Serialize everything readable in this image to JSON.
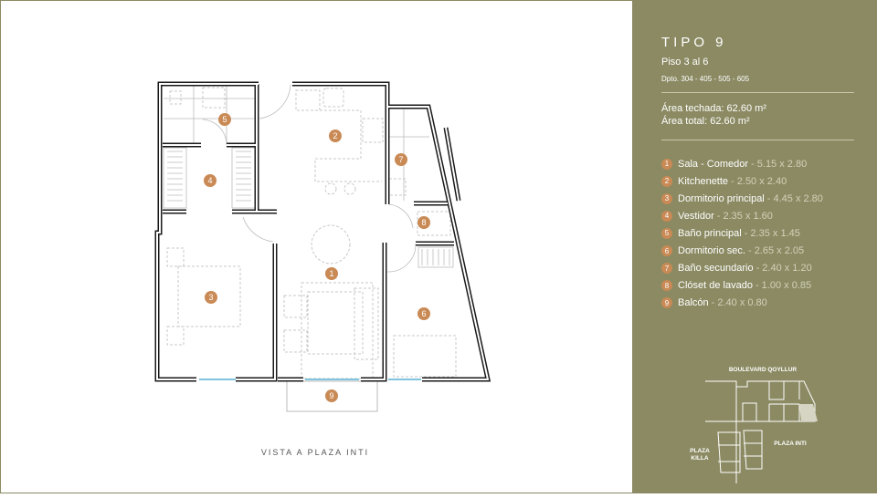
{
  "plan": {
    "view_label": "VISTA A PLAZA INTI",
    "room_markers": [
      "1",
      "2",
      "3",
      "4",
      "5",
      "6",
      "7",
      "8",
      "9"
    ]
  },
  "panel": {
    "title": "TIPO 9",
    "floors": "Piso 3 al 6",
    "units": "Dpto. 304 - 405 - 505 - 605",
    "area_roofed": "Área techada: 62.60 m²",
    "area_total": "Área total: 62.60 m²",
    "rooms": [
      {
        "num": "1",
        "name": "Sala - Comedor",
        "dims": "- 5.15 x 2.80"
      },
      {
        "num": "2",
        "name": "Kitchenette",
        "dims": "- 2.50 x 2.40"
      },
      {
        "num": "3",
        "name": "Dormitorio principal",
        "dims": "- 4.45 x 2.80"
      },
      {
        "num": "4",
        "name": "Vestidor",
        "dims": "- 2.35 x 1.60"
      },
      {
        "num": "5",
        "name": "Baño principal",
        "dims": "- 2.35 x 1.45"
      },
      {
        "num": "6",
        "name": "Dormitorio sec.",
        "dims": "- 2.65 x 2.05"
      },
      {
        "num": "7",
        "name": "Baño secundario",
        "dims": "- 2.40 x 1.20"
      },
      {
        "num": "8",
        "name": "Clóset de lavado",
        "dims": "- 1.00 x 0.85"
      },
      {
        "num": "9",
        "name": "Balcón",
        "dims": "- 2.40 x 0.80"
      }
    ]
  },
  "site_map": {
    "street": "BOULEVARD QOYLLUR",
    "plaza_killa": "PLAZA KILLA",
    "plaza_inti": "PLAZA INTI"
  },
  "colors": {
    "panel": "#8b8a63",
    "marker": "#c98a55",
    "wall": "#1a1a1a",
    "furniture": "#c8c8c8",
    "window": "#7fc4dc"
  }
}
